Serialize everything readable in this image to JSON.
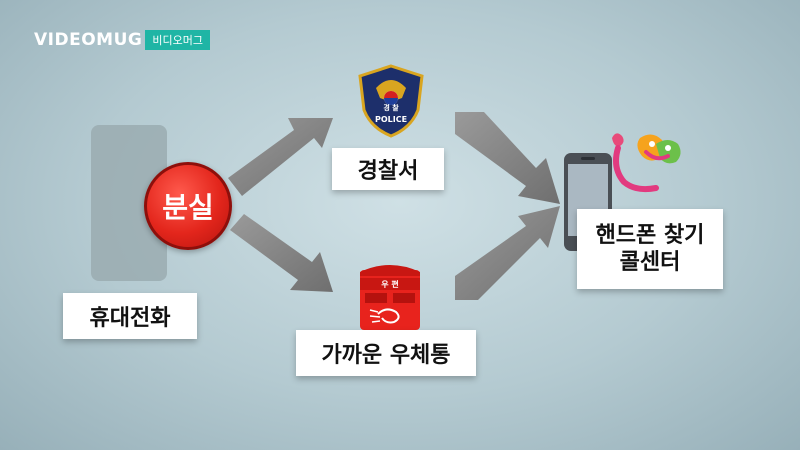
{
  "brand": {
    "name": "VIDEOMUG",
    "tagline": "비디오머그"
  },
  "nodes": {
    "phone": {
      "label": "휴대전화"
    },
    "lost": {
      "label": "분실"
    },
    "police": {
      "label": "경찰서",
      "emblem_top_text": "경  찰",
      "emblem_bottom_text": "POLICE"
    },
    "mailbox": {
      "label": "가까운 우체통",
      "box_text": "우  편"
    },
    "center": {
      "label_line1": "핸드폰 찾기",
      "label_line2": "콜센터"
    }
  },
  "colors": {
    "accent": "#1fb5a5",
    "lost_red": "#e3261c",
    "arrow_gray": "#8c8c8c",
    "police_navy": "#1d2f6b",
    "police_gold": "#d9a520",
    "mailbox_red": "#e8231d"
  },
  "icons": [
    "police-emblem-icon",
    "mailbox-icon",
    "smartphone-icon",
    "colorful-logo-icon"
  ]
}
